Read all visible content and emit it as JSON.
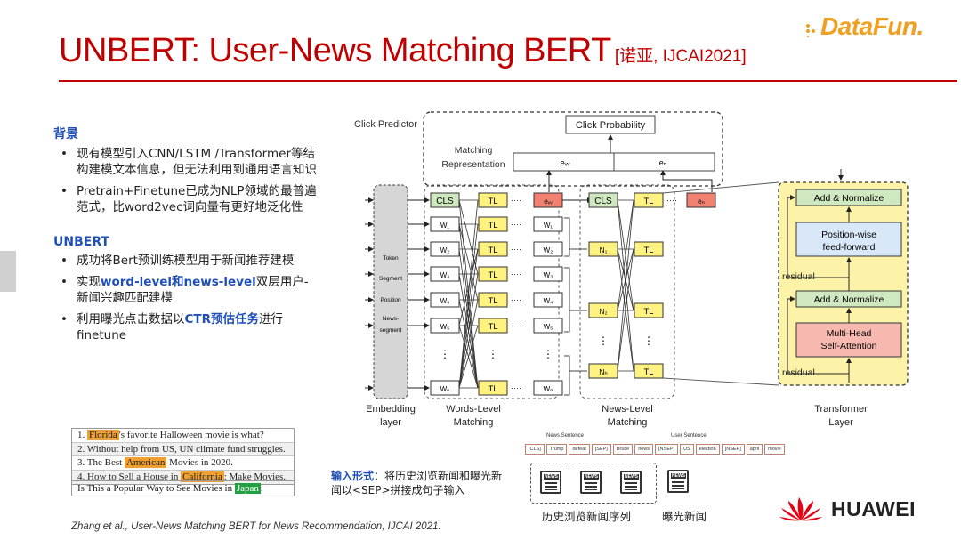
{
  "header": {
    "title": "UNBERT: User-News Matching BERT",
    "citation_tag": "[诺亚, IJCAI2021]"
  },
  "logos": {
    "datafun": "DataFun.",
    "huawei": "HUAWEI"
  },
  "left": {
    "background_heading": "背景",
    "background_bullets": [
      "现有模型引入CNN/LSTM /Transformer等结构建模文本信息，但无法利用到通用语言知识",
      "Pretrain+Finetune已成为NLP领域的最普遍范式，比word2vec词向量有更好地泛化性"
    ],
    "unbert_heading": "UNBERT",
    "unbert_bullet1": "成功将Bert预训练模型用于新闻推荐建模",
    "unbert_bullet2_pre": "实现",
    "unbert_bullet2_hl": "word-level和news-level",
    "unbert_bullet2_post": "双层用户-新闻兴趣匹配建模",
    "unbert_bullet3_pre": "利用曝光点击数据以",
    "unbert_bullet3_hl": "CTR预估任务",
    "unbert_bullet3_post": "进行finetune"
  },
  "examples": {
    "rows": [
      {
        "pre": "1. ",
        "hl": "Florida",
        "post": "'s favorite Halloween movie is what?"
      },
      {
        "pre": "2. Without help from US, UN climate fund struggles.",
        "hl": "",
        "post": ""
      },
      {
        "pre": "3. The Best ",
        "hl": "American",
        "post": " Movies in 2020."
      },
      {
        "pre": "4. How to Sell a House in ",
        "hl": "California",
        "post": ": Make Movies."
      }
    ],
    "exposed": {
      "pre": "Is This a Popular Way to See Movies in ",
      "hl": "Japan",
      "post": "."
    }
  },
  "input_form": {
    "label": "输入形式",
    "text": "：将历史浏览新闻和曝光新闻以<SEP>拼接成句子输入"
  },
  "citation": "Zhang et al., User-News Matching BERT for News Recommendation, IJCAI 2021.",
  "diagram": {
    "click_predictor": "Click Predictor",
    "click_probability": "Click Probability",
    "matching_rep_1": "Matching",
    "matching_rep_2": "Representation",
    "ew": "eᵥᵥ",
    "en": "eₙ",
    "embedding_labels": [
      "Token",
      "Segment",
      "Position",
      "News-",
      "segment"
    ],
    "cls": "CLS",
    "tl": "TL",
    "words": [
      "W₁",
      "W₂",
      "W₃",
      "W₄",
      "W₅",
      "Wₙ"
    ],
    "news": [
      "N₁",
      "N₂",
      "Nₕ"
    ],
    "embedding_layer_1": "Embedding",
    "embedding_layer_2": "layer",
    "words_level_1": "Words-Level",
    "words_level_2": "Matching",
    "news_level_1": "News-Level",
    "news_level_2": "Matching",
    "transformer_1": "Transformer",
    "transformer_2": "Layer",
    "add_norm": "Add & Normalize",
    "ffn_1": "Position-wise",
    "ffn_2": "feed-forward",
    "mha_1": "Multi-Head",
    "mha_2": "Self-Attention",
    "residual": "residual",
    "ellipsis_v": "⋮",
    "dots_h": "····"
  },
  "sentence_strip": {
    "news_sentence": "News Sentence",
    "user_sentence": "User Sentence",
    "tokens": [
      "[CLS]",
      "Trump",
      "defeat",
      "[SEP]",
      "Bruce",
      "news",
      "[NSEP]",
      "US",
      "election",
      "[NSEP]",
      "april",
      "movie"
    ]
  },
  "news_groups": {
    "icon": "NEWS",
    "history_label": "历史浏览新闻序列",
    "exposed_label": "曝光新闻"
  },
  "colors": {
    "title_red": "#c00000",
    "heading_blue": "#1f4eb4",
    "cls_green": "#cfe8c0",
    "tl_yellow": "#fff280",
    "e_red": "#f08070",
    "transformer_yellow": "#fdf3a8",
    "ffn_blue": "#d8e8f8",
    "mha_red": "#f7b8b0"
  }
}
